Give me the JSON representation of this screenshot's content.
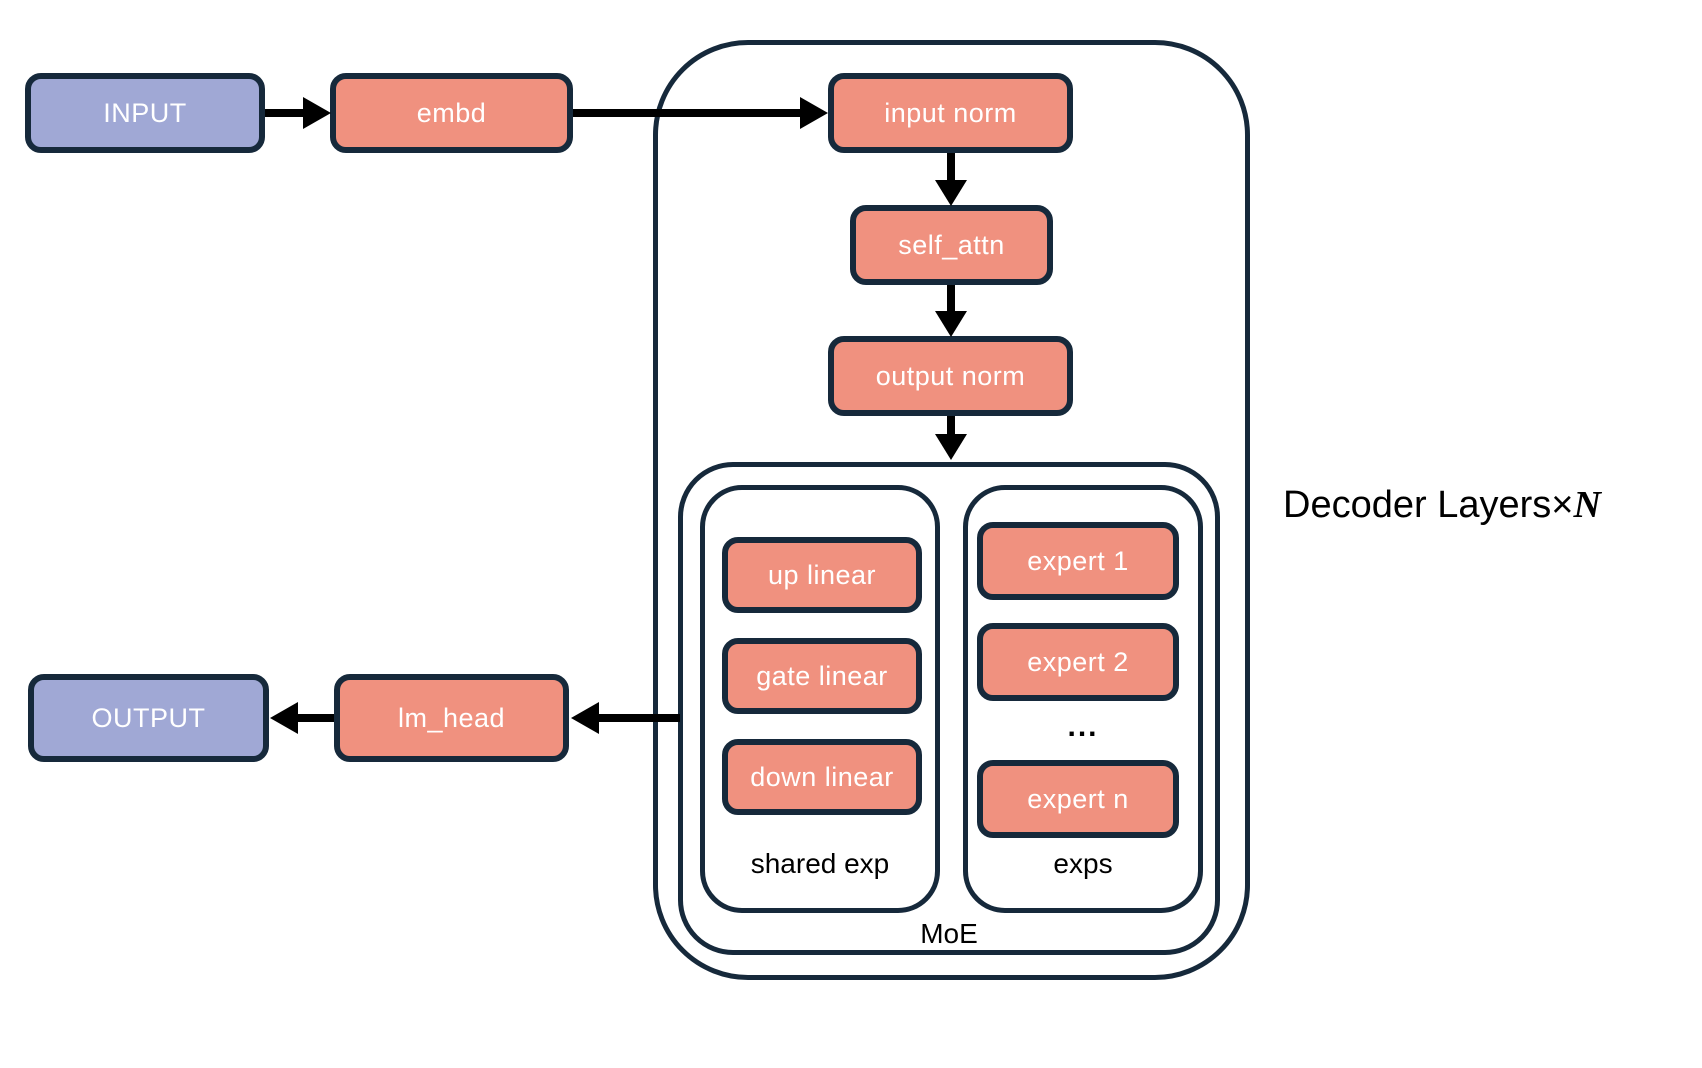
{
  "colors": {
    "node_fill": "#F0917F",
    "io_fill": "#A0A8D5",
    "border": "#16293B",
    "arrow": "#000000",
    "label": "#000000",
    "node_text": "#FFFFFF"
  },
  "io": {
    "input": "INPUT",
    "output": "OUTPUT"
  },
  "pipeline": {
    "embd": "embd",
    "lm_head": "lm_head"
  },
  "decoder": {
    "label_text": "Decoder Layers×",
    "label_n": "N",
    "blocks": {
      "input_norm": "input norm",
      "self_attn": "self_attn",
      "output_norm": "output norm"
    },
    "moe": {
      "label": "MoE",
      "shared_exp": {
        "label": "shared exp",
        "items": [
          "up linear",
          "gate linear",
          "down linear"
        ]
      },
      "exps": {
        "label": "exps",
        "experts": [
          "expert 1",
          "expert 2",
          "expert n"
        ],
        "ellipsis": "..."
      }
    }
  }
}
